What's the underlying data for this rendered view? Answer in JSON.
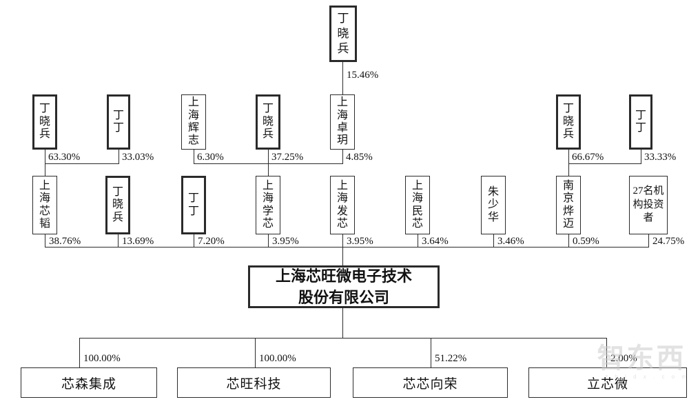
{
  "diagram": {
    "title": "equity structure chart",
    "colors": {
      "line": "#2a2a2a",
      "box_border": "#2a2a2a",
      "background": "#ffffff",
      "watermark": "#cccccc"
    },
    "top": {
      "label": "丁晓兵",
      "pct": "15.46%",
      "bold": true
    },
    "row2": [
      {
        "label": "丁晓兵",
        "pct": "63.30%",
        "bold": true
      },
      {
        "label": "丁丁",
        "pct": "33.03%",
        "bold": true
      },
      {
        "label": "上海辉志",
        "pct": "6.30%",
        "bold": false
      },
      {
        "label": "丁晓兵",
        "pct": "37.25%",
        "bold": true
      },
      {
        "label": "上海卓玥",
        "pct": "4.85%",
        "bold": false
      },
      {
        "label": "丁晓兵",
        "pct": "66.67%",
        "bold": true
      },
      {
        "label": "丁丁",
        "pct": "33.33%",
        "bold": true
      }
    ],
    "row3": [
      {
        "label": "上海芯韬",
        "pct": "38.76%",
        "bold": false
      },
      {
        "label": "丁晓兵",
        "pct": "13.69%",
        "bold": true
      },
      {
        "label": "丁丁",
        "pct": "7.20%",
        "bold": true
      },
      {
        "label": "上海学芯",
        "pct": "3.95%",
        "bold": false
      },
      {
        "label": "上海发芯",
        "pct": "3.95%",
        "bold": false
      },
      {
        "label": "上海民芯",
        "pct": "3.64%",
        "bold": false
      },
      {
        "label": "朱少华",
        "pct": "3.46%",
        "bold": false
      },
      {
        "label": "南京烨迈",
        "pct": "0.59%",
        "bold": false
      },
      {
        "label": "27名机构投资者",
        "pct": "24.75%",
        "bold": false
      }
    ],
    "company": {
      "label_line1": "上海芯旺微电子技术",
      "label_line2": "股份有限公司"
    },
    "subsidiaries": [
      {
        "label": "芯森集成",
        "pct": "100.00%"
      },
      {
        "label": "芯旺科技",
        "pct": "100.00%"
      },
      {
        "label": "芯芯向荣",
        "pct": "51.22%"
      },
      {
        "label": "立芯微",
        "pct": "2.00%"
      }
    ],
    "watermark": {
      "text": "智东西",
      "subtext": "z h i d x . c o m"
    }
  }
}
